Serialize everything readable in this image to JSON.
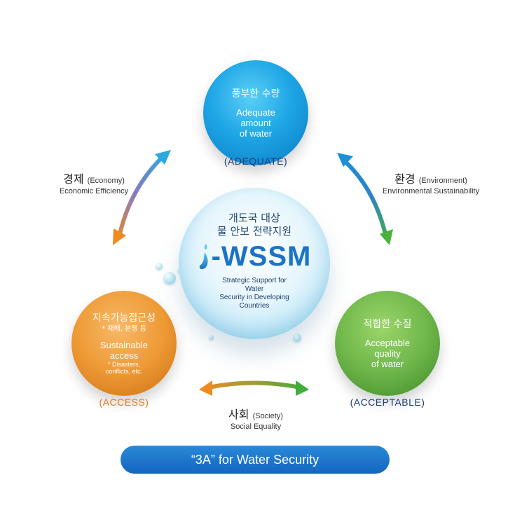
{
  "top_circle": {
    "ko": "풍부한 수량",
    "en": [
      "Adequate",
      "amount",
      "of water"
    ],
    "label": "(ADEQUATE)"
  },
  "left_circle": {
    "ko": "지속가능접근성",
    "note_ko": "* 재해, 분쟁 등",
    "en": [
      "Sustainable",
      "access"
    ],
    "note_en": [
      "* Disasters,",
      "conflicts, etc."
    ],
    "label": "(ACCESS)"
  },
  "right_circle": {
    "ko": "적합한 수질",
    "en": [
      "Acceptable",
      "quality",
      "of water"
    ],
    "label": "(ACCEPTABLE)"
  },
  "center": {
    "ko_line1": "개도국 대상",
    "ko_line2": "물 안보 전략지원",
    "logo": "-WSSM",
    "en": [
      "Strategic Support for Water",
      "Security in Developing",
      "Countries"
    ]
  },
  "dimensions": {
    "economy": {
      "ko": "경제",
      "en": "(Economy)",
      "sub": "Economic Efficiency"
    },
    "environment": {
      "ko": "환경",
      "en": "(Environment)",
      "sub": "Environmental Sustainability"
    },
    "society": {
      "ko": "사회",
      "en": "(Society)",
      "sub": "Social Equality"
    }
  },
  "banner": {
    "text": "“3A” for Water Security"
  },
  "colors": {
    "blue": "#1ea6e6",
    "orange": "#ee9a35",
    "green": "#6fb74b",
    "navy": "#1b3f78"
  }
}
